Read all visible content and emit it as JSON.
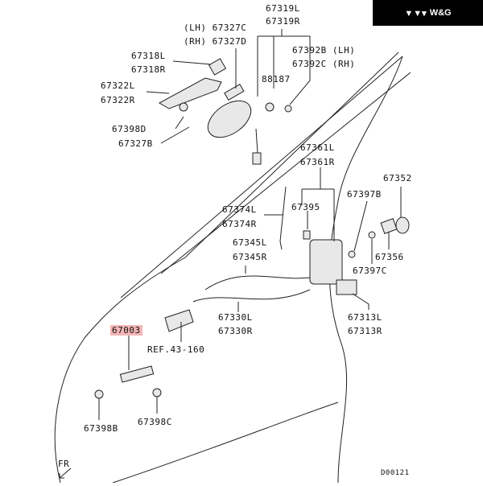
{
  "brand": {
    "logo_text": "W&G",
    "icon": "chevron-logo-icon"
  },
  "diagram_id": "D00121",
  "direction_marker": "FR",
  "highlighted_part": "67003",
  "labels": {
    "p67319": [
      "67319L",
      "67319R"
    ],
    "p67327cd": [
      "(LH) 67327C",
      "(RH) 67327D"
    ],
    "p67318": [
      "67318L",
      "67318R"
    ],
    "p67392": [
      "67392B (LH)",
      "67392C (RH)"
    ],
    "p67322": [
      "67322L",
      "67322R"
    ],
    "p88187": "88187",
    "p67398d": "67398D",
    "p67327b": "67327B",
    "p67361": [
      "67361L",
      "67361R"
    ],
    "p67352": "67352",
    "p67397b": "67397B",
    "p67374": [
      "67374L",
      "67374R"
    ],
    "p67395": "67395",
    "p67356": "67356",
    "p67345": [
      "67345L",
      "67345R"
    ],
    "p67397c": "67397C",
    "p67330": [
      "67330L",
      "67330R"
    ],
    "p67313": [
      "67313L",
      "67313R"
    ],
    "p67003": "67003",
    "ref": "REF.43-160",
    "p67398b": "67398B",
    "p67398c": "67398C"
  }
}
